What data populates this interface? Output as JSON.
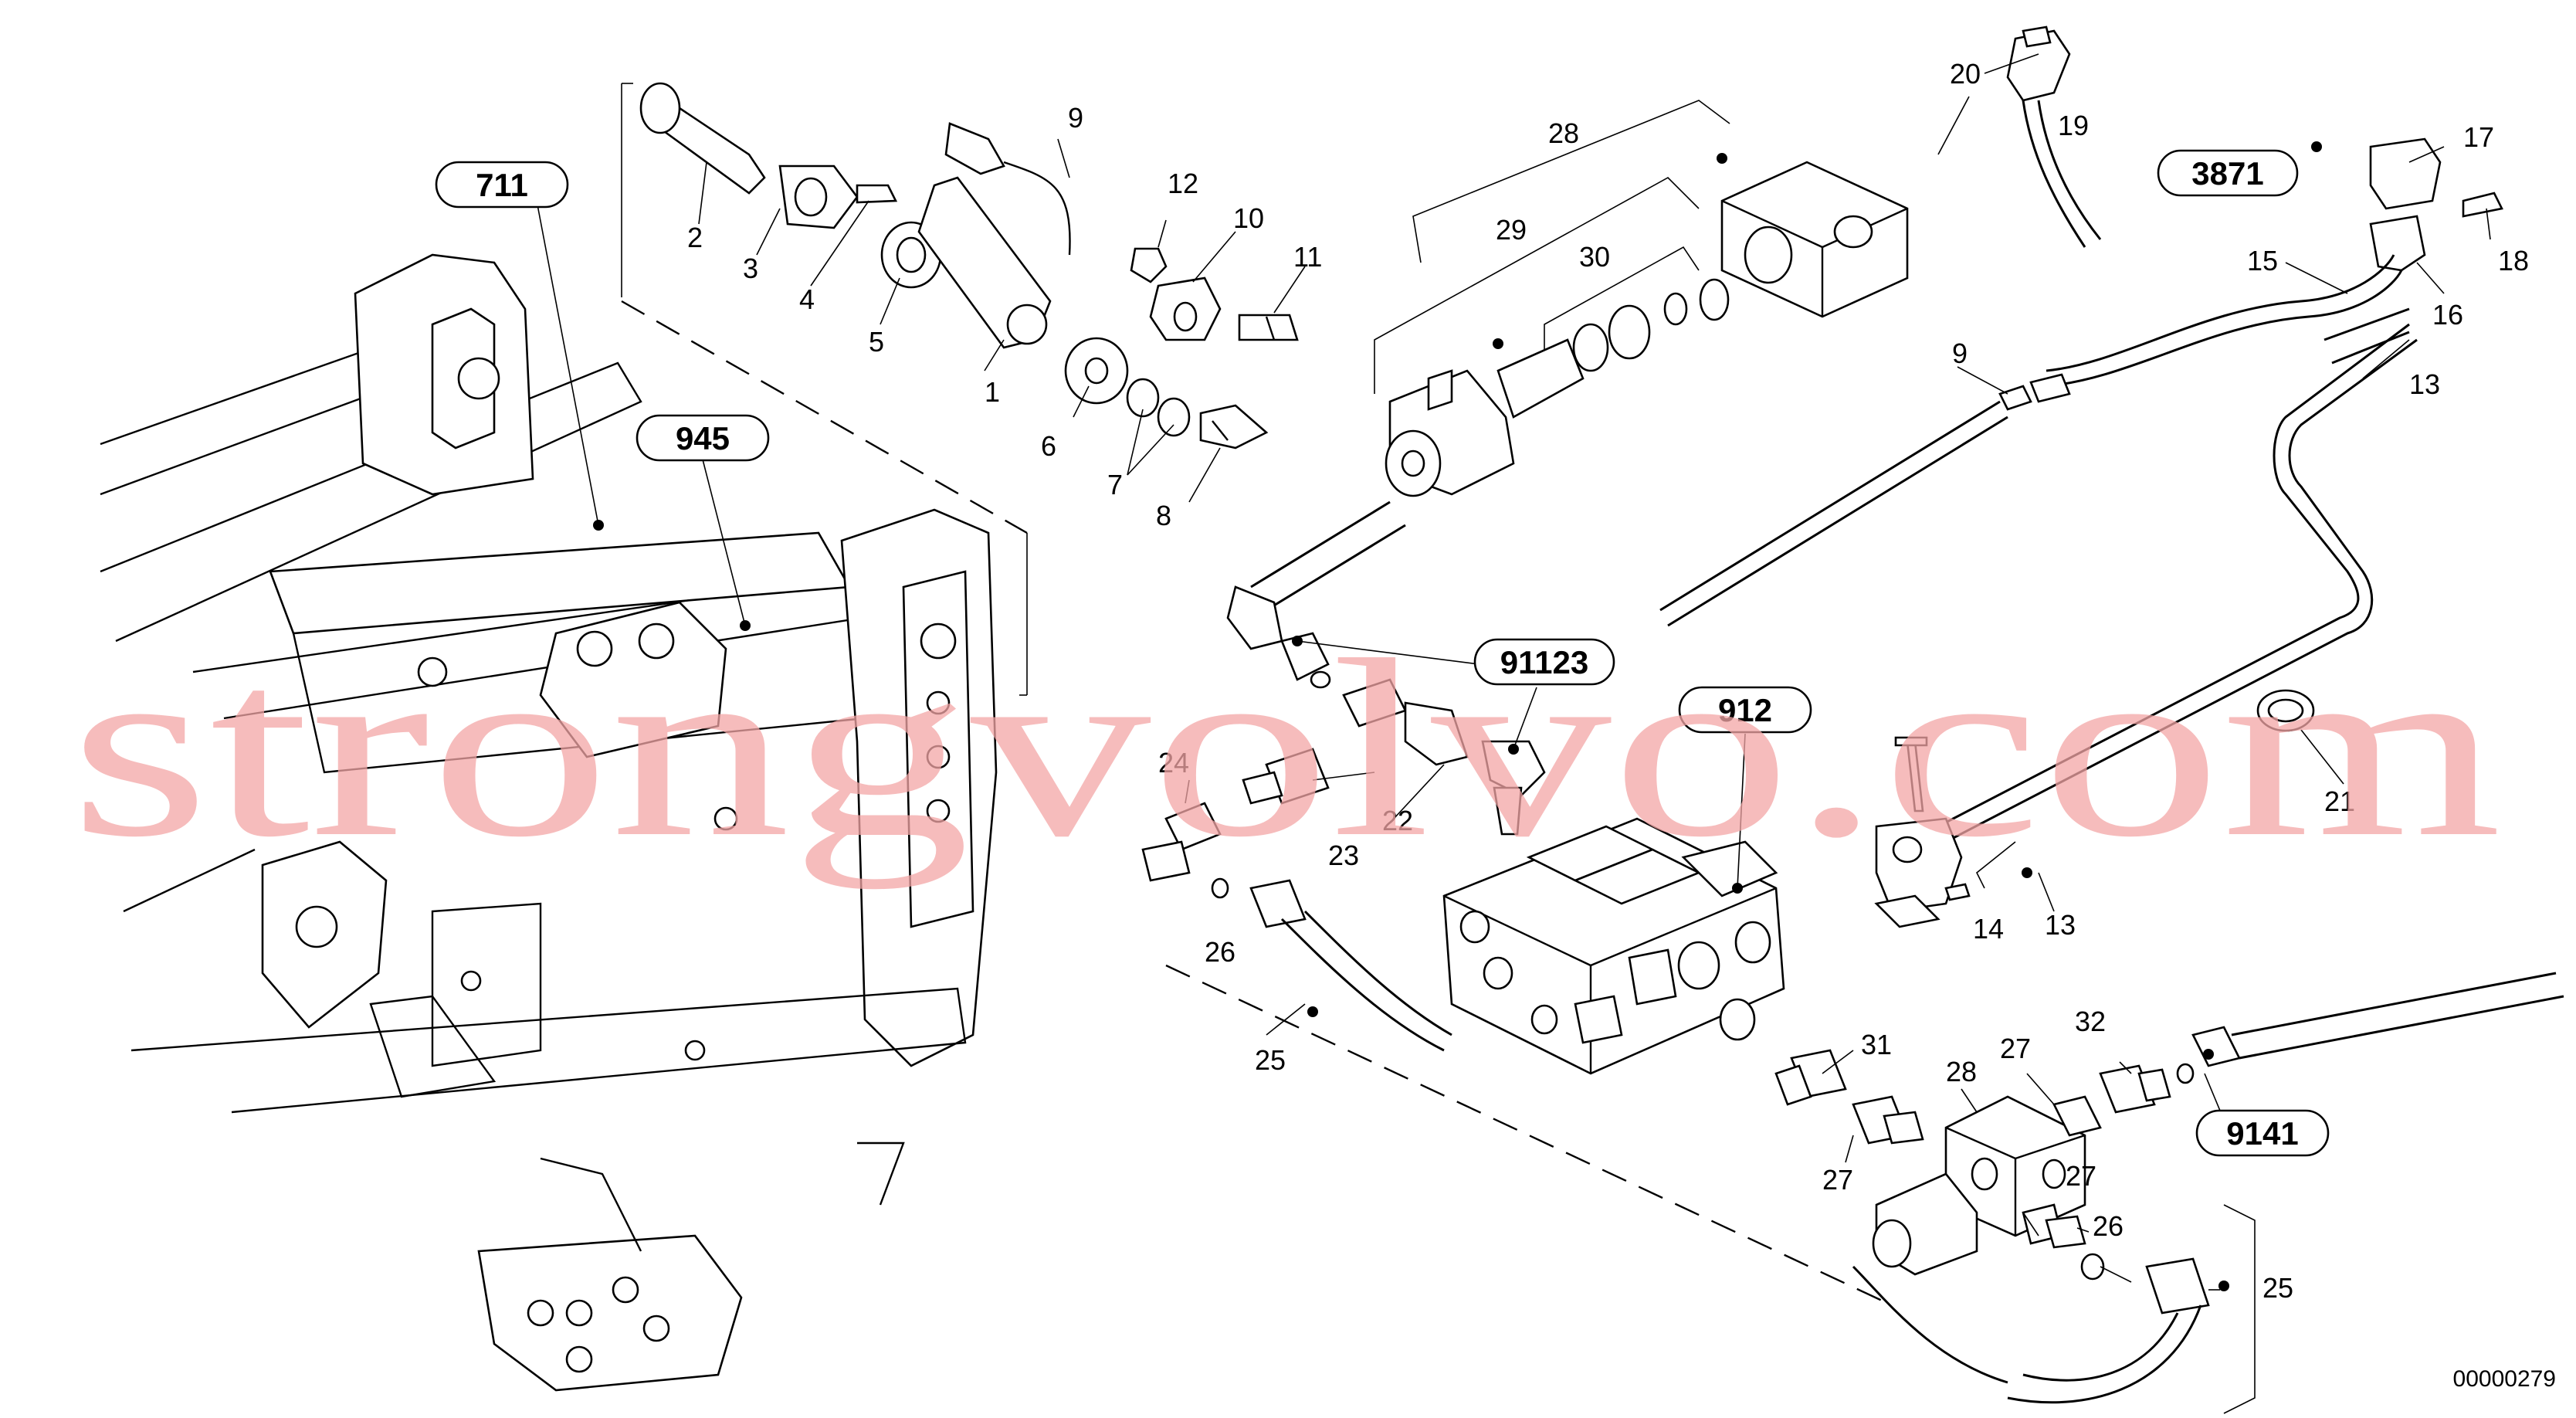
{
  "watermark": "strongvolvo.com",
  "document_id": "00000279",
  "reference_callouts": [
    "711",
    "945",
    "3871",
    "91123",
    "912",
    "9141"
  ],
  "callouts": {
    "c1": "1",
    "c2": "2",
    "c3": "3",
    "c4": "4",
    "c5": "5",
    "c6": "6",
    "c7": "7",
    "c8": "8",
    "c9a": "9",
    "c9b": "9",
    "c10": "10",
    "c11": "11",
    "c12": "12",
    "c13a": "13",
    "c13b": "13",
    "c14": "14",
    "c15": "15",
    "c16": "16",
    "c17": "17",
    "c18": "18",
    "c19": "19",
    "c20": "20",
    "c21": "21",
    "c22": "22",
    "c23": "23",
    "c24": "24",
    "c25a": "25",
    "c25b": "25",
    "c26a": "26",
    "c26b": "26",
    "c27a": "27",
    "c27b": "27",
    "c27c": "27",
    "c28a": "28",
    "c28b": "28",
    "c29": "29",
    "c30": "30",
    "c31": "31",
    "c32": "32"
  }
}
